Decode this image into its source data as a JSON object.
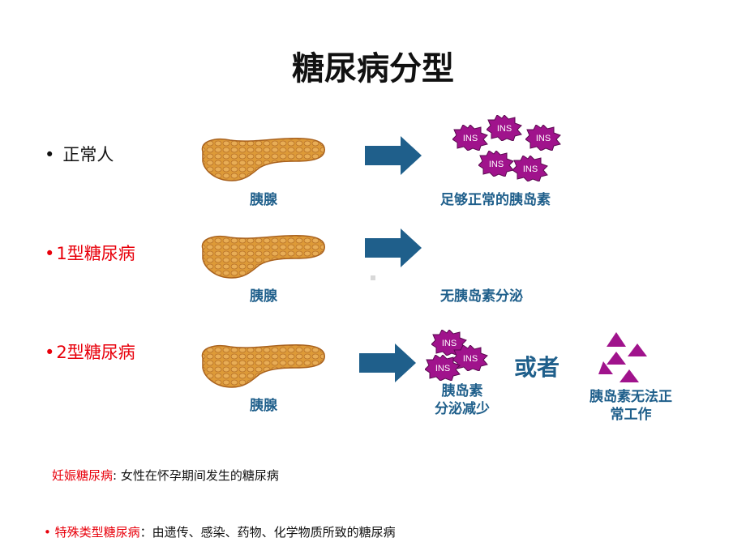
{
  "title": "糖尿病分型",
  "rows": [
    {
      "bullet": "•",
      "label": "正常人",
      "organ": "胰腺",
      "result": "足够正常的胰岛素"
    },
    {
      "bullet": "•",
      "label": "1型糖尿病",
      "organ": "胰腺",
      "result": "无胰岛素分泌"
    },
    {
      "bullet": "•",
      "label": "2型糖尿病",
      "organ": "胰腺",
      "result_a_line1": "胰岛素",
      "result_a_line2": "分泌减少",
      "or": "或者",
      "result_b_line1": "胰岛素无法正",
      "result_b_line2": "常工作"
    }
  ],
  "ins_text": "INS",
  "notes": {
    "gestational_label": "妊娠糖尿病",
    "gestational_text": ": 女性在怀孕期间发生的糖尿病",
    "special_bullet": "•",
    "special_label": "特殊类型糖尿病",
    "special_text": "：由遗传、感染、药物、化学物质所致的糖尿病"
  },
  "colors": {
    "accent_red": "#e8000b",
    "label_blue": "#1f5f8b",
    "arrow_blue": "#1f5f8b",
    "ins_purple": "#a0138c",
    "pancreas_orange": "#d9902e"
  }
}
